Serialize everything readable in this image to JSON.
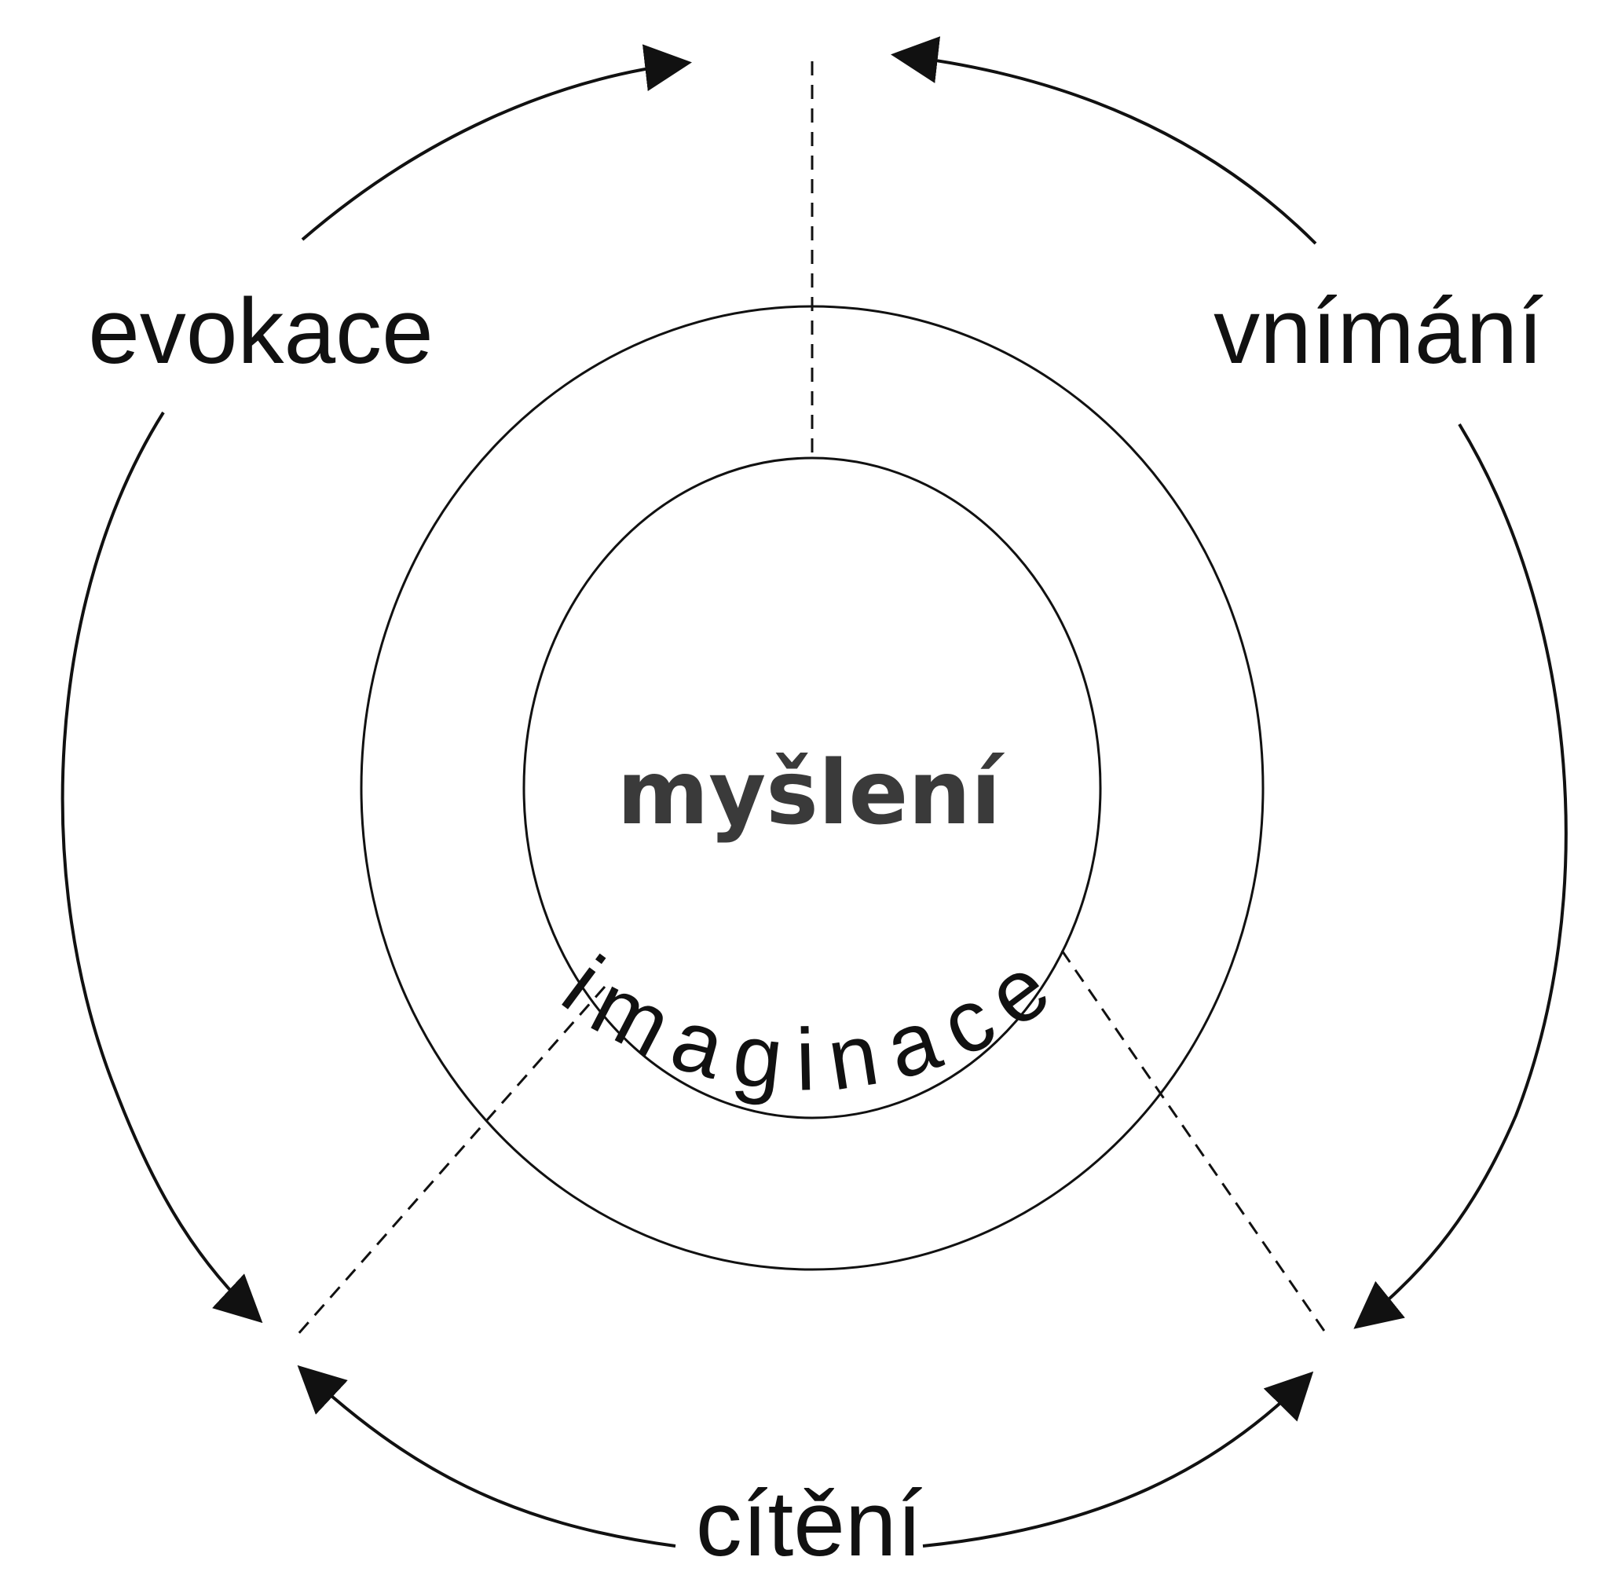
{
  "diagram": {
    "center_label": "myšlení",
    "ring_label": "imaginace",
    "outer_labels": {
      "top_left": "evokace",
      "top_right": "vnímání",
      "bottom": "cítění"
    },
    "colors": {
      "stroke": "#111111",
      "center_text": "#3a3a3a",
      "background": "#ffffff"
    }
  }
}
